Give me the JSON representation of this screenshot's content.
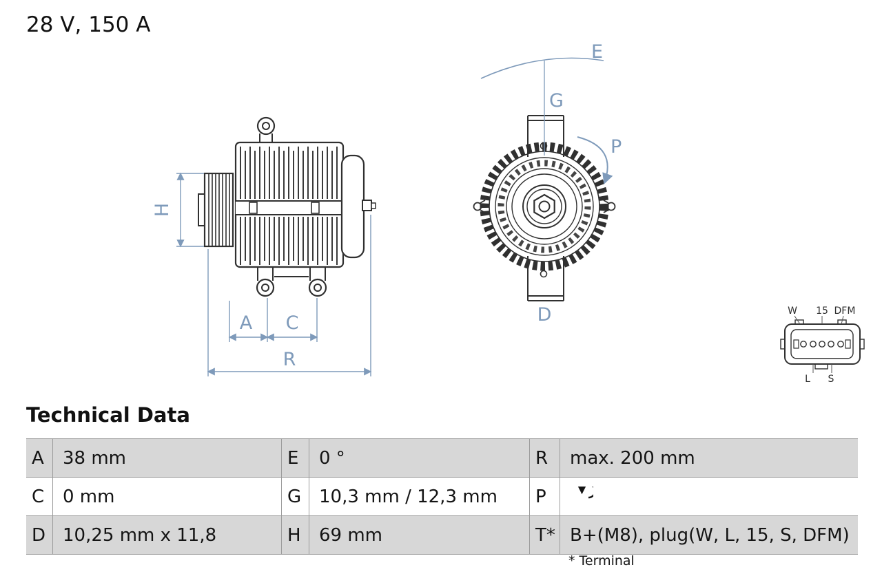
{
  "title": "28 V, 150 A",
  "section_title": "Technical Data",
  "footnote": "* Terminal",
  "colors": {
    "dimension_blue": "#7E9ABA",
    "line_dark": "#303030",
    "row_shade": "#d7d7d7",
    "table_border": "#9b9b9b"
  },
  "diagram": {
    "dimension_labels": {
      "H": "H",
      "A": "A",
      "C": "C",
      "R": "R",
      "E": "E",
      "G": "G",
      "P": "P",
      "D": "D"
    },
    "connector_labels": {
      "top_left": "W",
      "top_center": "15",
      "top_right": "DFM",
      "bottom_left": "L",
      "bottom_right": "S"
    }
  },
  "table": {
    "rows": [
      [
        {
          "k": "A",
          "v": "38 mm"
        },
        {
          "k": "E",
          "v": "0 °"
        },
        {
          "k": "R",
          "v": "max. 200 mm"
        }
      ],
      [
        {
          "k": "C",
          "v": "0 mm"
        },
        {
          "k": "G",
          "v": "10,3 mm / 12,3 mm"
        },
        {
          "k": "P",
          "icon": "rotation-direction-icon"
        }
      ],
      [
        {
          "k": "D",
          "v": "10,25 mm x 11,8"
        },
        {
          "k": "H",
          "v": "69 mm"
        },
        {
          "k": "T*",
          "v": "B+(M8), plug(W, L, 15, S, DFM)"
        }
      ]
    ]
  }
}
